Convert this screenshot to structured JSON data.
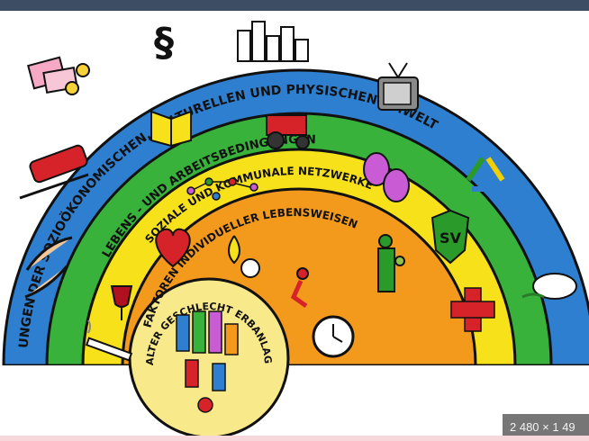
{
  "rings": {
    "outer_label": "UNGEN DER SOZIOÖKONOMISCHEN, KULTURELLEN UND PHYSISCHEN UMWELT",
    "green_label": "LEBENS - UND ARBEITSBEDINGUNGEN",
    "yellow_label": "SOZIALE UND KOMMUNALE NETZWERKE",
    "orange_label": "FAKTOREN INDIVIDUELLER LEBENSWEISEN",
    "core_label": "ALTER GESCHLECHT ERBANLAGEN"
  },
  "icons": {
    "paragraph": "§"
  },
  "colors": {
    "blue": "#2f7fd1",
    "green": "#38b23a",
    "yellow": "#f7e11a",
    "orange": "#f39a1c",
    "core": "#f8e98a",
    "outline": "#111111"
  },
  "badge": {
    "dimensions": "2 480 × 1 49"
  }
}
